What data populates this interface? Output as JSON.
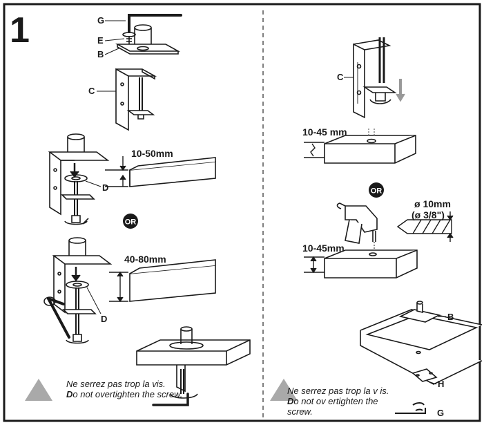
{
  "step_number": "1",
  "parts": {
    "G": "G",
    "E": "E",
    "B": "B",
    "C": "C",
    "D": "D",
    "H": "H"
  },
  "measurements": {
    "clamp_range_1": "10-50mm",
    "clamp_range_2": "40-80mm",
    "desk_thickness_top": "10-45 mm",
    "desk_thickness_drill": "10-45mm",
    "drill_diameter_mm": "ø 10mm",
    "drill_diameter_in": "(ø 3/8\")"
  },
  "or_badge": "OR",
  "warnings": {
    "left": {
      "fr": "Ne serrez pas trop la vis.",
      "en_bold": "D",
      "en_rest": "o not overtighten the screw."
    },
    "right": {
      "fr": "Ne serrez pas trop la v is.",
      "en_bold": "D",
      "en_rest": "o not ov ertighten the screw."
    }
  },
  "colors": {
    "line": "#1a1a1a",
    "warning_triangle": "#a9a9a9",
    "divider": "#555555"
  }
}
